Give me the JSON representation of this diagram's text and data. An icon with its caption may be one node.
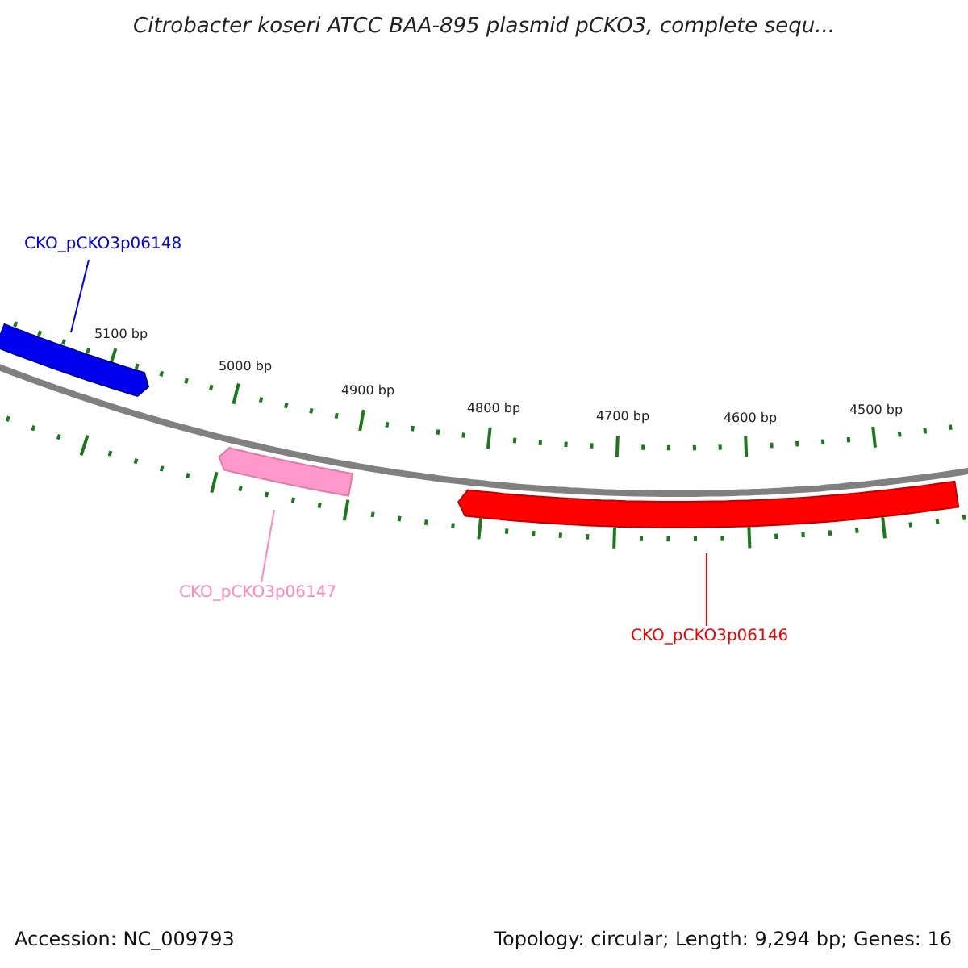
{
  "diagram": {
    "title": "Citrobacter koseri ATCC BAA-895 plasmid pCKO3, complete sequ...",
    "nodes": [
      {
        "text": [
          "CKO_pCKO3p06148"
        ]
      },
      {
        "text": [],
        "shape": "arrow"
      },
      {
        "text": [],
        "shape": "arrow"
      },
      {
        "text": [],
        "shape": "arrow"
      },
      {
        "text": [
          "CKO_pCKO3p06147"
        ]
      },
      {
        "text": [
          "CKO_pCKO3p06146"
        ]
      }
    ],
    "edges": [
      {
        "from": 0,
        "to": 1,
        "arrow": "none",
        "color": "#0000ee"
      },
      {
        "from": 4,
        "to": 2,
        "arrow": "none",
        "color": "#ff88bb"
      },
      {
        "from": 5,
        "to": 3,
        "arrow": "none",
        "color": "#ee0000"
      }
    ],
    "labels": [
      "5100 bp",
      "5000 bp",
      "4900 bp",
      "4800 bp",
      "4700 bp",
      "4600 bp",
      "4500 bp",
      "Accession: NC_009793",
      "Topology: circular; Length: 9,294 bp; Genes: 16"
    ]
  }
}
